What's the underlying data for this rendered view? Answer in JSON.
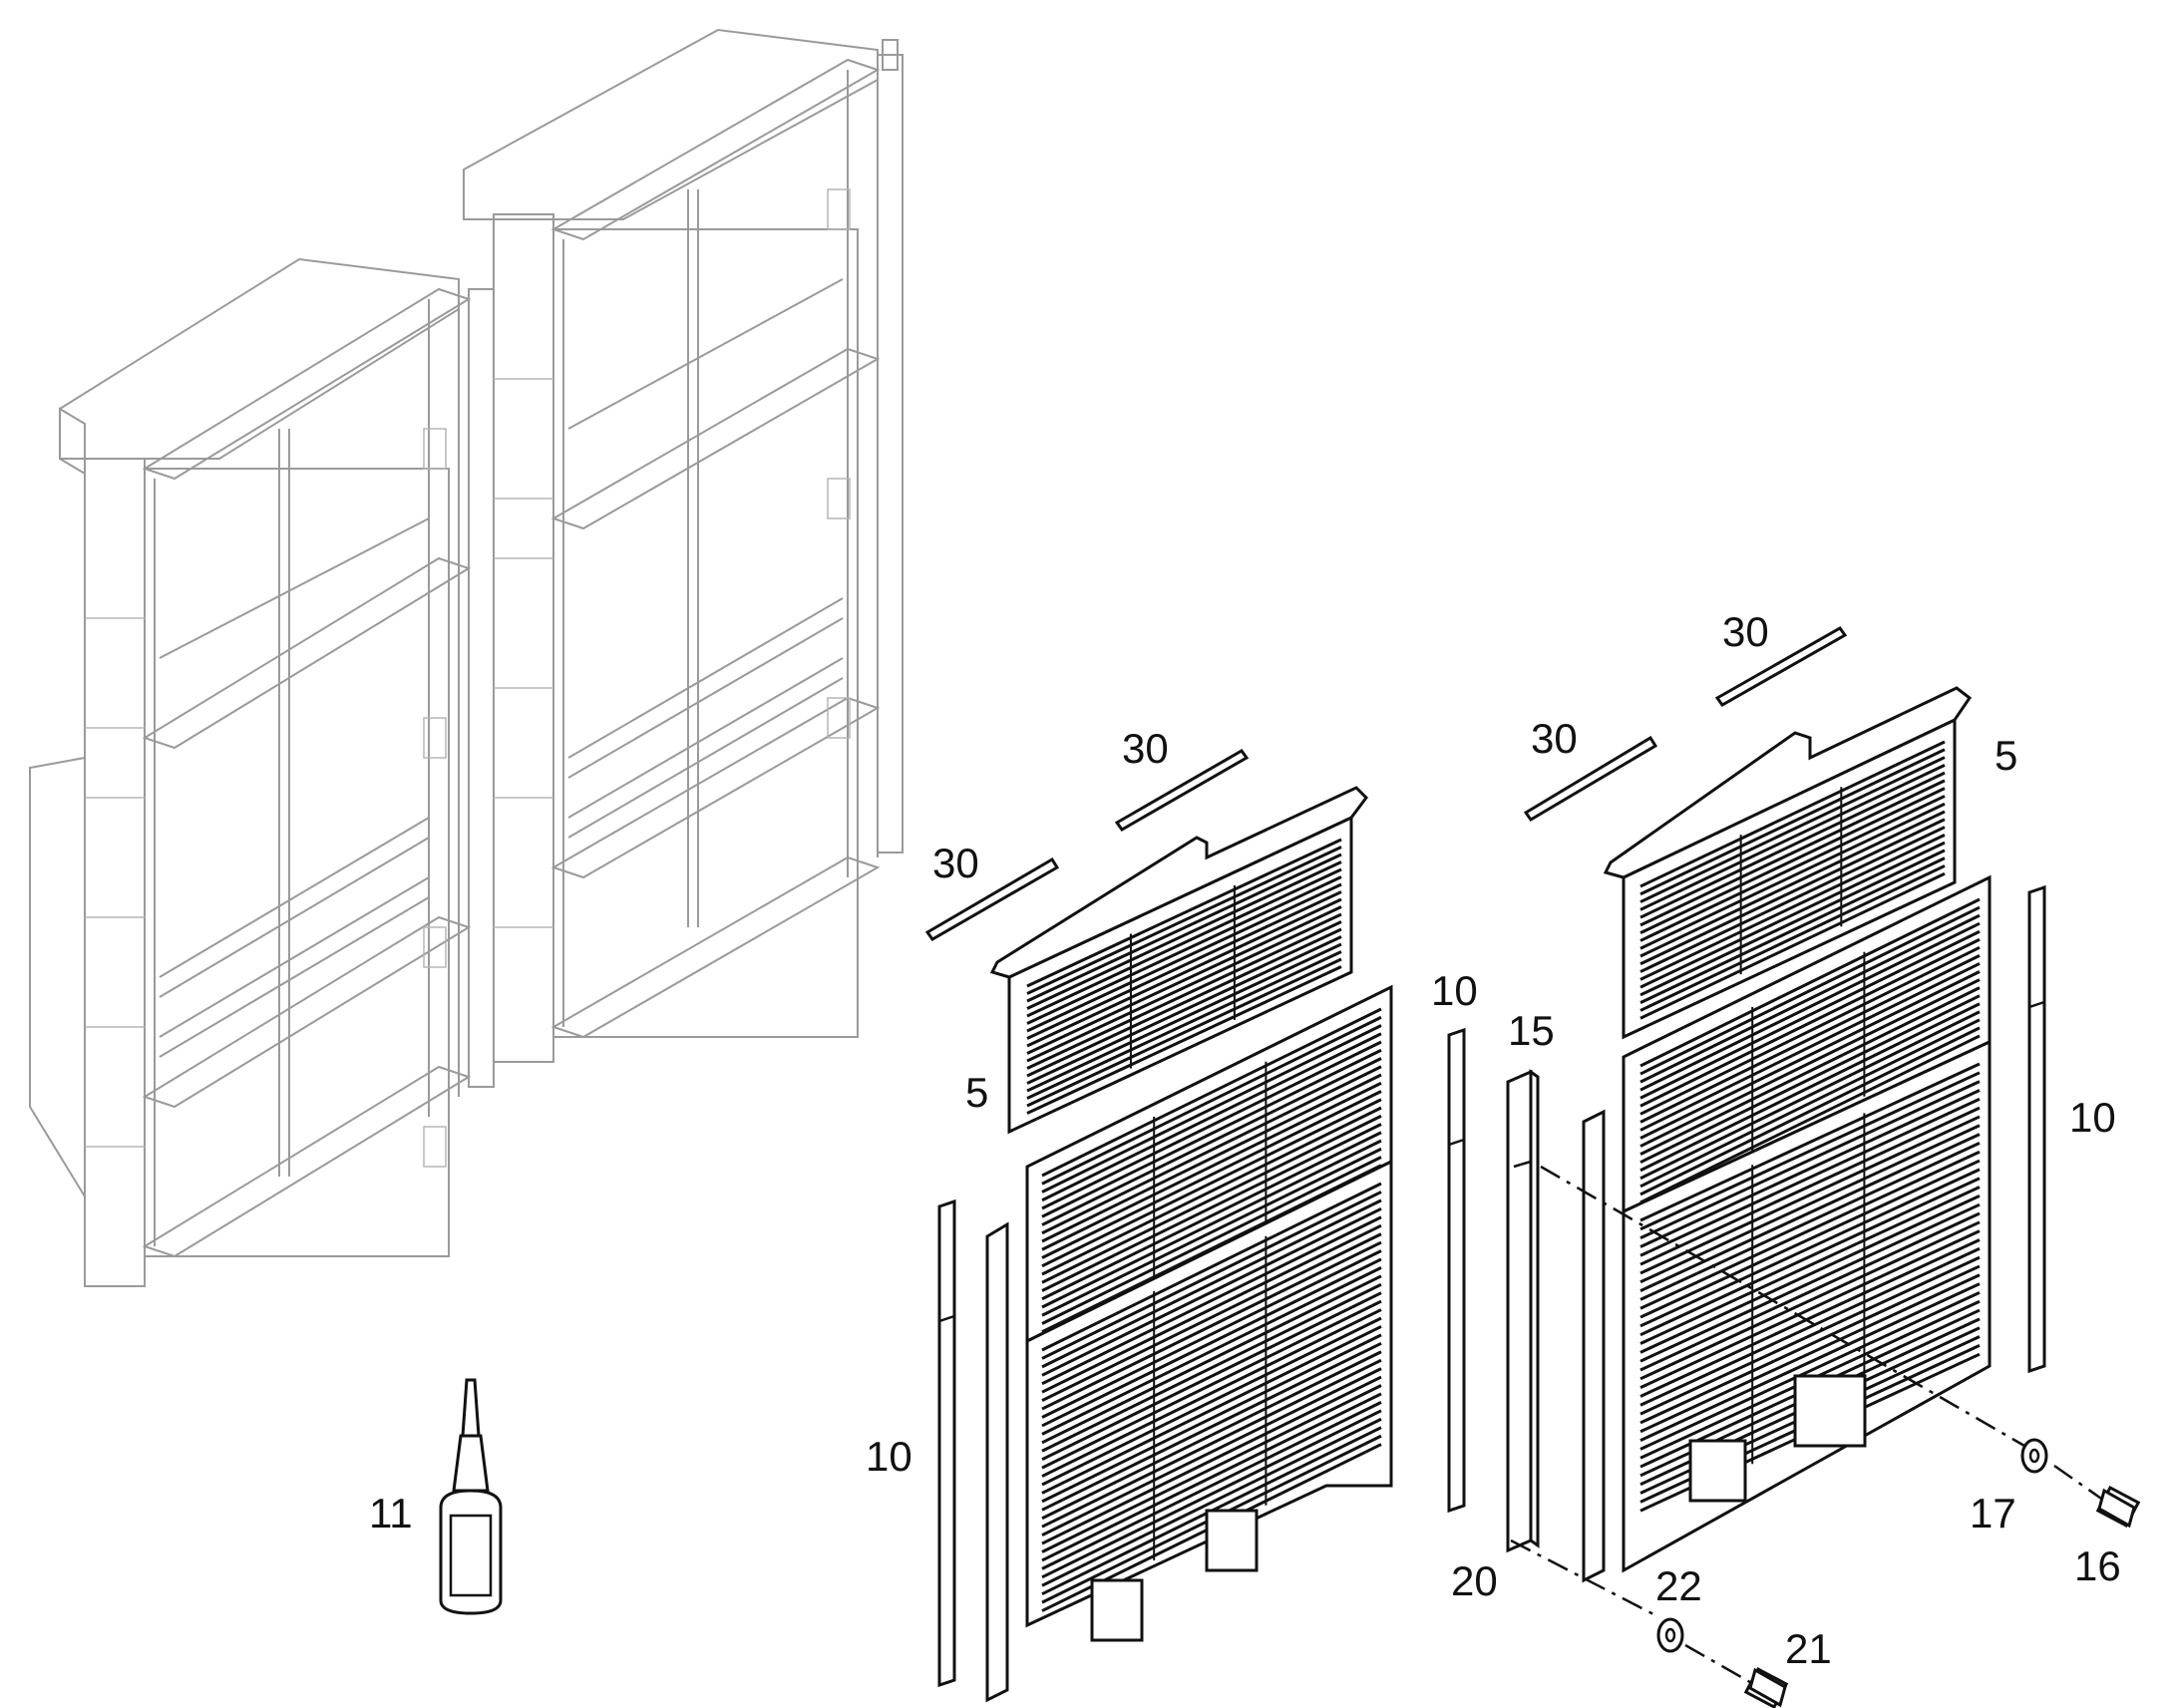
{
  "diagram": {
    "callouts": [
      {
        "id": "c30a",
        "text": "30"
      },
      {
        "id": "c30b",
        "text": "30"
      },
      {
        "id": "c30c",
        "text": "30"
      },
      {
        "id": "c30d",
        "text": "30"
      },
      {
        "id": "c5a",
        "text": "5"
      },
      {
        "id": "c5b",
        "text": "5"
      },
      {
        "id": "c10a",
        "text": "10"
      },
      {
        "id": "c10b",
        "text": "10"
      },
      {
        "id": "c10c",
        "text": "10"
      },
      {
        "id": "c15",
        "text": "15"
      },
      {
        "id": "c11",
        "text": "11"
      },
      {
        "id": "c17",
        "text": "17"
      },
      {
        "id": "c16",
        "text": "16"
      },
      {
        "id": "c20",
        "text": "20"
      },
      {
        "id": "c22",
        "text": "22"
      },
      {
        "id": "c21",
        "text": "21"
      }
    ],
    "colors": {
      "line": "#111111",
      "ghost": "#9a9a9a",
      "background": "#ffffff"
    }
  }
}
